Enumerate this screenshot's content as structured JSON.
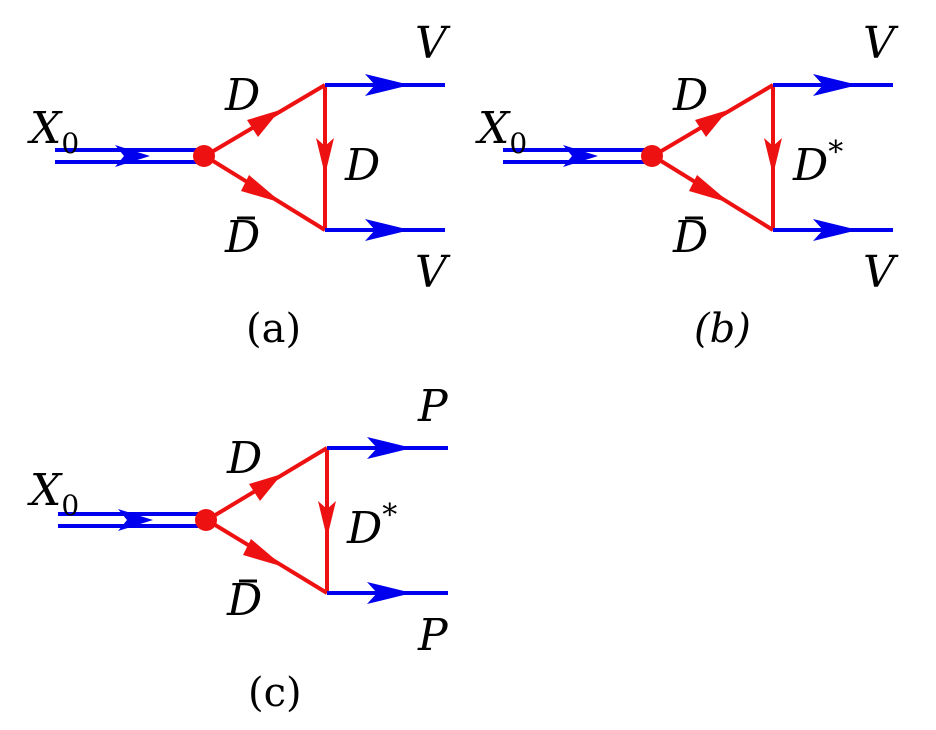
{
  "colors": {
    "external": "#0000ee",
    "internal": "#ee1111",
    "vertex": "#ee1111",
    "text": "#000000"
  },
  "diagrams": [
    {
      "id": "a",
      "caption": "(a)",
      "caption_italic": false,
      "labels": {
        "incoming": "X",
        "incoming_sub": "0",
        "upper_internal": "D",
        "lower_internal": "D",
        "exchange": "D",
        "exchange_sup": "",
        "upper_out": "V",
        "lower_out": "V"
      }
    },
    {
      "id": "b",
      "caption": "(b)",
      "caption_italic": true,
      "labels": {
        "incoming": "X",
        "incoming_sub": "0",
        "upper_internal": "D",
        "lower_internal": "D",
        "exchange": "D",
        "exchange_sup": "*",
        "upper_out": "V",
        "lower_out": "V"
      }
    },
    {
      "id": "c",
      "caption": "(c)",
      "caption_italic": false,
      "labels": {
        "incoming": "X",
        "incoming_sub": "0",
        "upper_internal": "D",
        "lower_internal": "D",
        "exchange": "D",
        "exchange_sup": "*",
        "upper_out": "P",
        "lower_out": "P"
      }
    }
  ]
}
